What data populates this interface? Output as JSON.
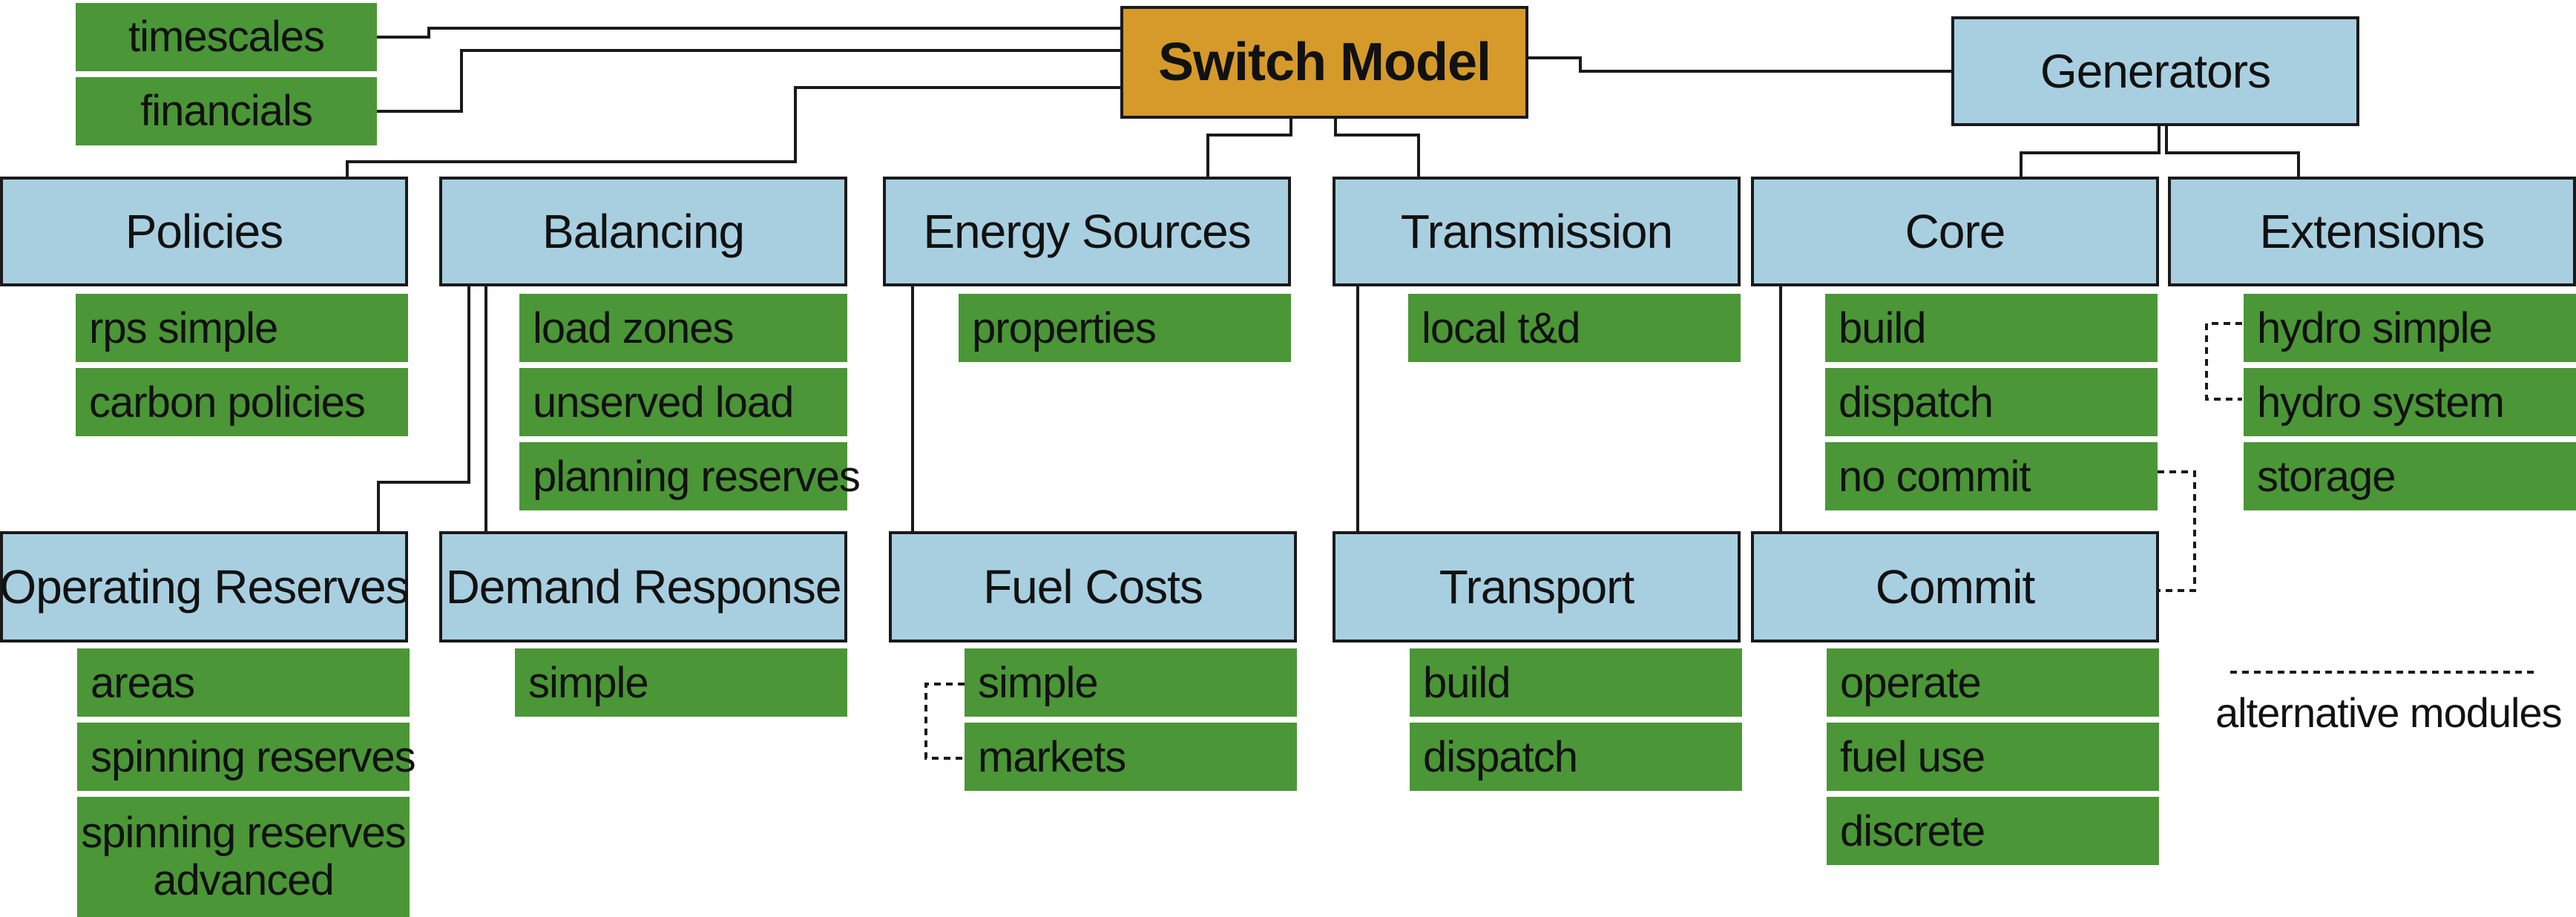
{
  "root": {
    "label": "Switch Model"
  },
  "top_left": {
    "timescales": "timescales",
    "financials": "financials"
  },
  "generators": {
    "label": "Generators",
    "core": {
      "label": "Core",
      "items": [
        "build",
        "dispatch",
        "no commit"
      ]
    },
    "extensions": {
      "label": "Extensions",
      "items": [
        "hydro simple",
        "hydro system",
        "storage"
      ]
    },
    "commit": {
      "label": "Commit",
      "items": [
        "operate",
        "fuel use",
        "discrete"
      ]
    }
  },
  "policies": {
    "label": "Policies",
    "items": [
      "rps simple",
      "carbon policies"
    ]
  },
  "balancing": {
    "label": "Balancing",
    "items": [
      "load zones",
      "unserved load",
      "planning reserves"
    ]
  },
  "operating_reserves": {
    "label": "Operating Reserves",
    "items": [
      "areas",
      "spinning reserves",
      "spinning reserves advanced"
    ]
  },
  "demand_response": {
    "label": "Demand Response",
    "items": [
      "simple"
    ]
  },
  "energy_sources": {
    "label": "Energy Sources",
    "items": [
      "properties"
    ]
  },
  "fuel_costs": {
    "label": "Fuel Costs",
    "items": [
      "simple",
      "markets"
    ]
  },
  "transmission": {
    "label": "Transmission",
    "items": [
      "local t&d"
    ]
  },
  "transport": {
    "label": "Transport",
    "items": [
      "build",
      "dispatch"
    ]
  },
  "legend": {
    "label": "alternative modules"
  },
  "colors": {
    "module": "#a8cfe0",
    "submodule": "#4b9637",
    "root": "#d59a2a",
    "line": "#1a1a1a"
  }
}
